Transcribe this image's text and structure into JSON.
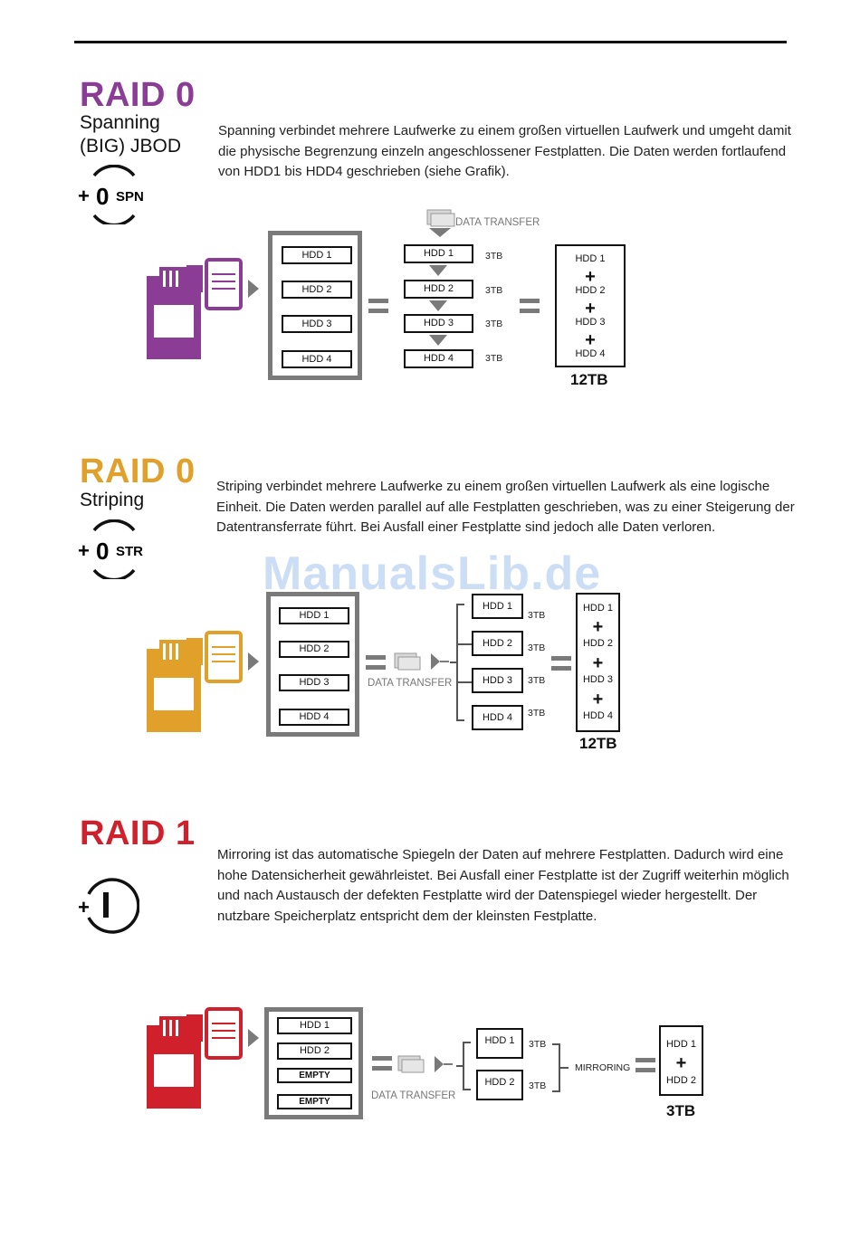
{
  "watermark": "ManualsLib.de",
  "colors": {
    "purple": "#8b3d96",
    "orange": "#e0a02a",
    "red": "#d0202b",
    "gray": "#7a7a7a"
  },
  "sections": [
    {
      "title": "RAID 0",
      "subtitle1": "Spanning",
      "subtitle2": "(BIG) JBOD",
      "icon_plus": "+",
      "icon_mode": "0",
      "icon_label": "SPN",
      "icon_name": "spanning-mode-icon",
      "paragraph": "Spanning verbindet mehrere Laufwerke zu einem großen virtuellen Laufwerk und umgeht damit die physische Begrenzung einzeln angeschlossener Festplatten. Die Daten werden fortlaufend von HDD1 bis HDD4 geschrieben (siehe Grafik).",
      "enclosure": [
        "HDD 1",
        "HDD 2",
        "HDD 3",
        "HDD 4"
      ],
      "data_transfer": "DATA TRANSFER",
      "drives": [
        "HDD 1",
        "HDD 2",
        "HDD 3",
        "HDD 4"
      ],
      "capacities": [
        "3TB",
        "3TB",
        "3TB",
        "3TB"
      ],
      "sum": [
        "HDD 1",
        "HDD 2",
        "HDD 3",
        "HDD 4"
      ],
      "total": "12TB"
    },
    {
      "title": "RAID 0",
      "subtitle1": "Striping",
      "icon_plus": "+",
      "icon_mode": "0",
      "icon_label": "STR",
      "icon_name": "striping-mode-icon",
      "paragraph": "Striping verbindet mehrere Laufwerke zu einem großen virtuellen Laufwerk als eine logische Einheit. Die Daten werden parallel auf alle Festplatten geschrieben, was zu einer Steigerung der Datentransferrate führt. Bei Ausfall einer Festplatte sind jedoch alle Daten verloren.",
      "enclosure": [
        "HDD 1",
        "HDD 2",
        "HDD 3",
        "HDD 4"
      ],
      "data_transfer": "DATA TRANSFER",
      "drives": [
        "HDD 1",
        "HDD 2",
        "HDD 3",
        "HDD 4"
      ],
      "capacities": [
        "3TB",
        "3TB",
        "3TB",
        "3TB"
      ],
      "sum": [
        "HDD 1",
        "HDD 2",
        "HDD 3",
        "HDD 4"
      ],
      "total": "12TB"
    },
    {
      "title": "RAID 1",
      "icon_plus": "+",
      "icon_name": "mirroring-mode-icon",
      "paragraph": "Mirroring ist das automatische Spiegeln der Daten auf mehrere Festplatten. Dadurch wird eine hohe Datensicherheit gewährleistet. Bei Ausfall einer Festplatte ist der Zugriff weiterhin möglich und nach Austausch der defekten Festplatte wird der Datenspiegel wieder hergestellt. Der nutzbare Speicherplatz entspricht dem der kleinsten Festplatte.",
      "enclosure": [
        "HDD 1",
        "HDD 2",
        "EMPTY",
        "EMPTY"
      ],
      "data_transfer": "DATA TRANSFER",
      "drives": [
        "HDD 1",
        "HDD 2"
      ],
      "capacities": [
        "3TB",
        "3TB"
      ],
      "mirroring": "MIRRORING",
      "sum": [
        "HDD 1",
        "HDD 2"
      ],
      "total": "3TB"
    }
  ]
}
